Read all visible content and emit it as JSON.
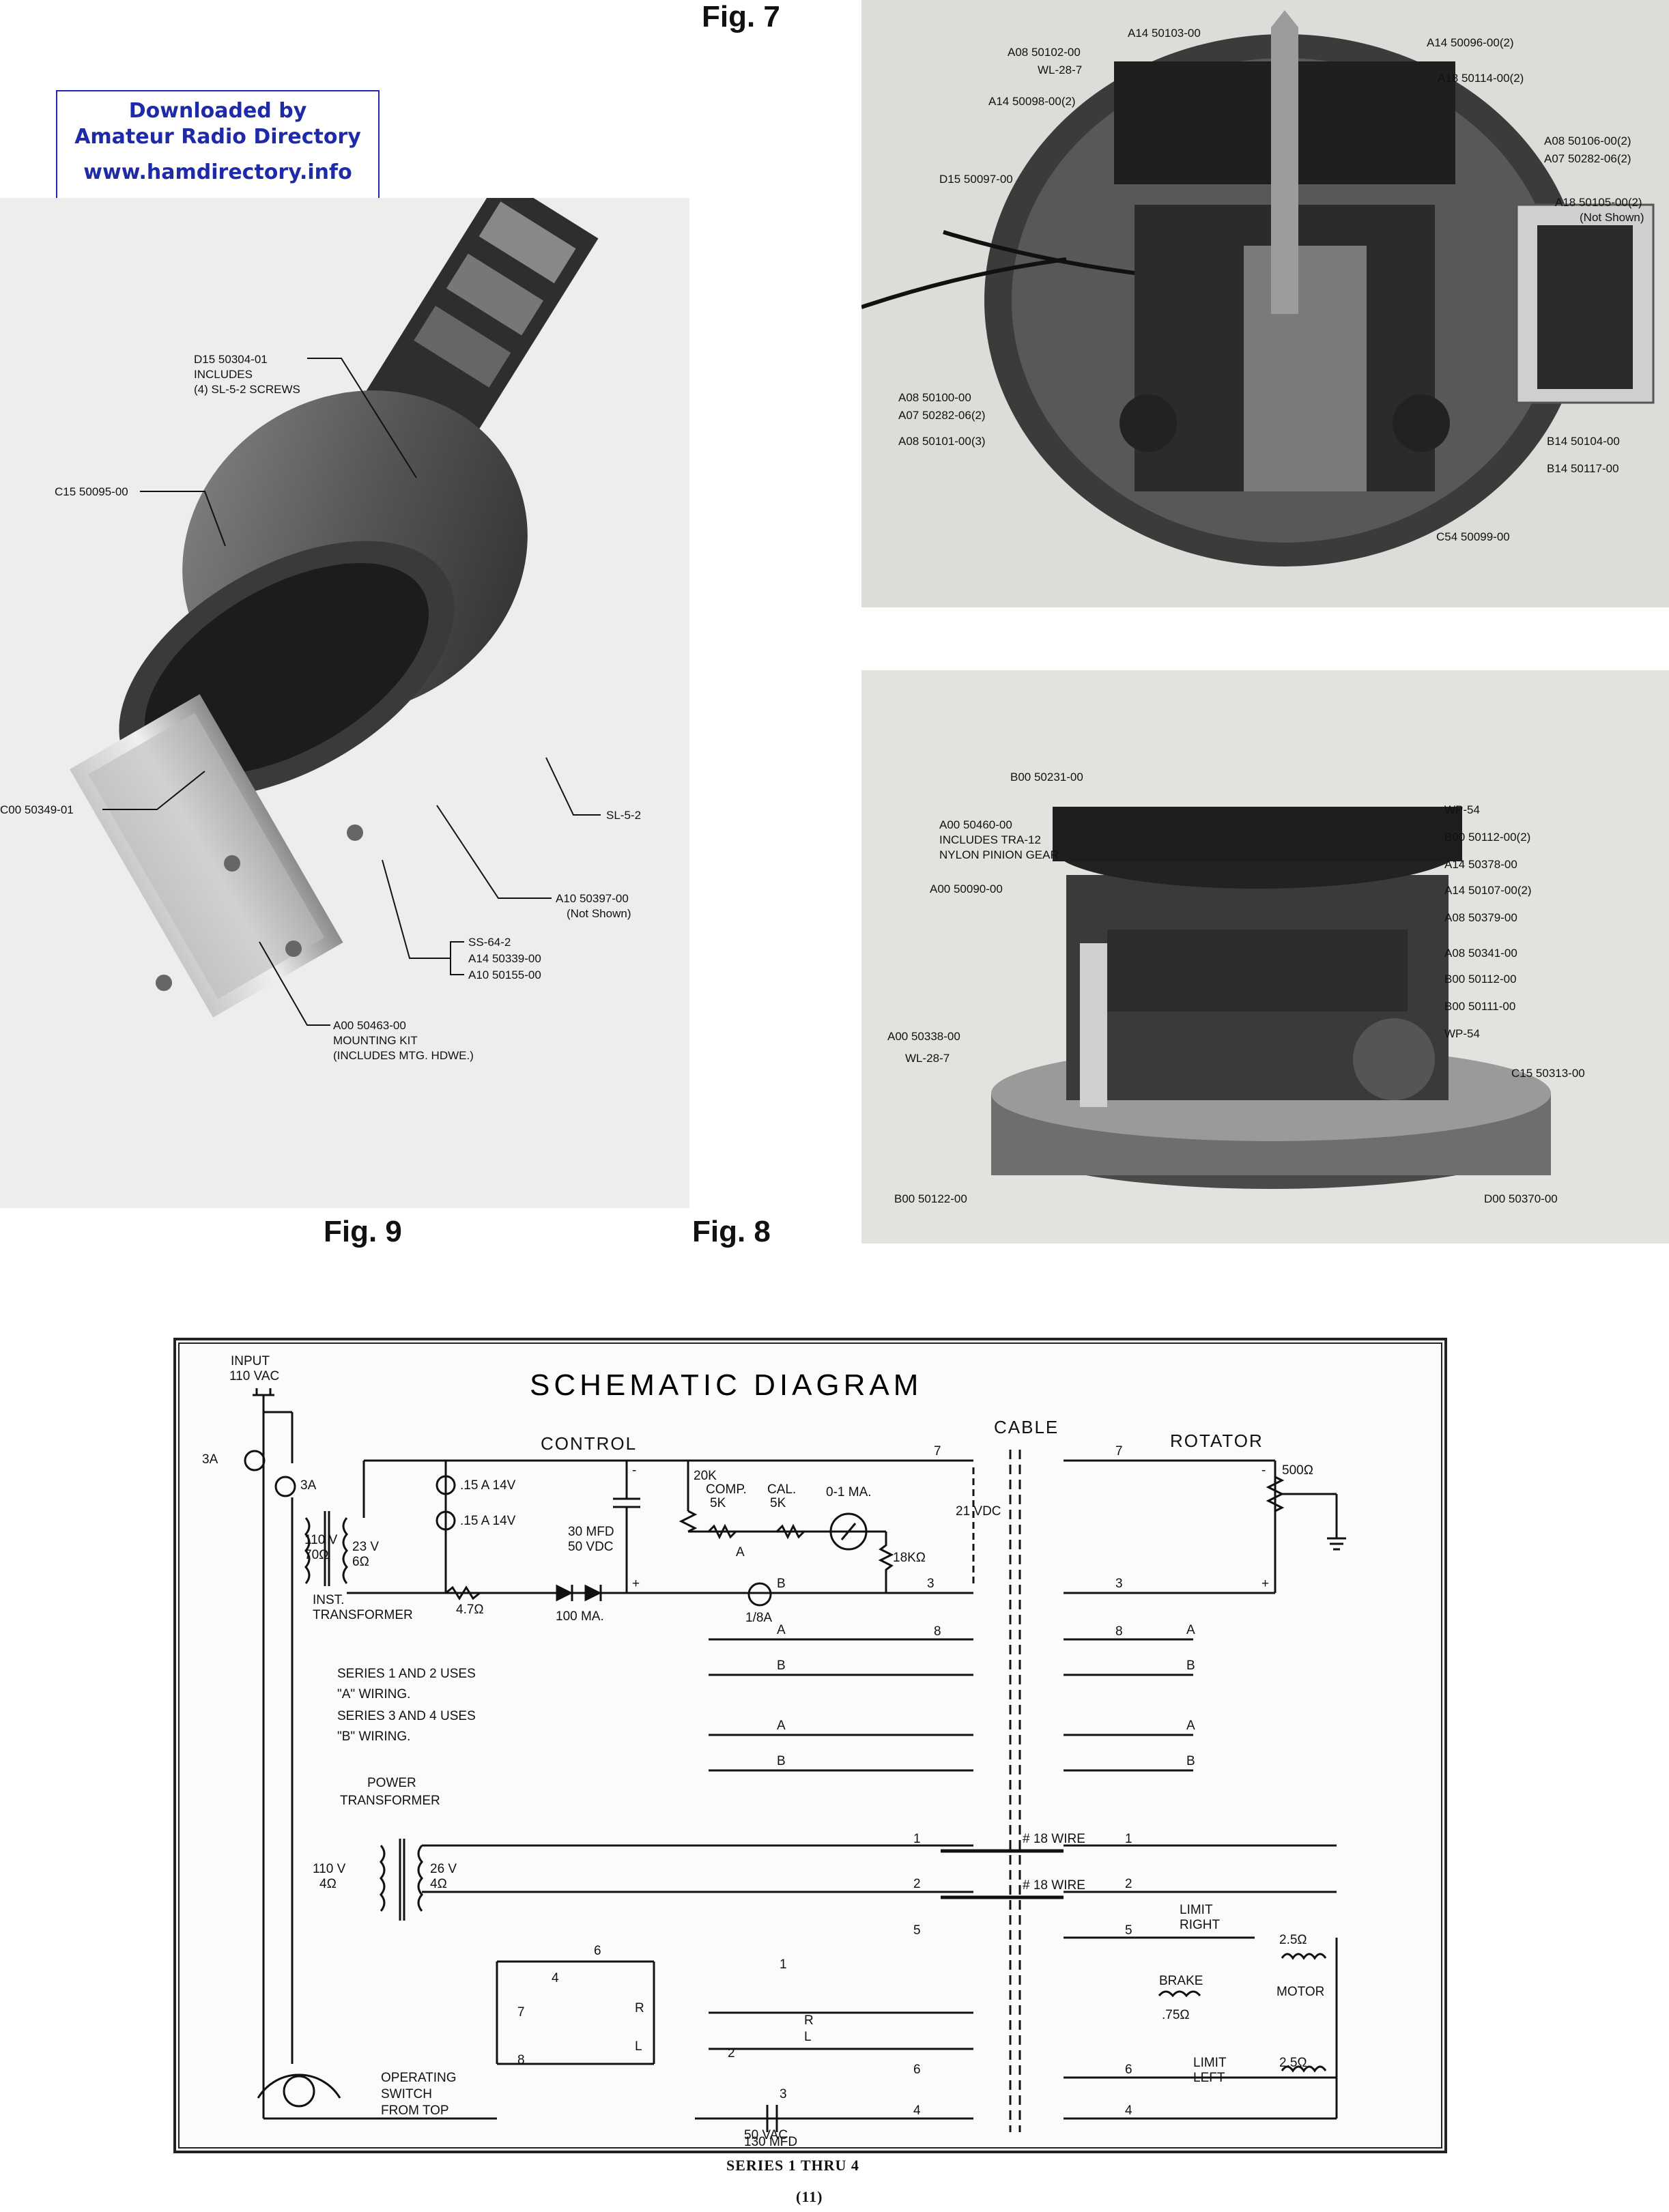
{
  "header": {
    "fig7_label": "Fig. 7"
  },
  "download_box": {
    "line1": "Downloaded by",
    "line2": "Amateur Radio Directory",
    "line3": "www.hamdirectory.info"
  },
  "fig9": {
    "label": "Fig. 9",
    "callouts": [
      "D15 50304-01",
      "INCLUDES",
      "(4) SL-5-2 SCREWS",
      "C15 50095-00",
      "C00 50349-01",
      "SL-5-2",
      "A10 50397-00",
      "(Not Shown)",
      "SS-64-2",
      "A14 50339-00",
      "A10 50155-00",
      "A00 50463-00",
      "MOUNTING KIT",
      "(INCLUDES MTG. HDWE.)"
    ]
  },
  "fig7": {
    "callouts": [
      "A14 50103-00",
      "A08 50102-00",
      "WL-28-7",
      "A14 50098-00(2)",
      "A14 50096-00(2)",
      "A18 50114-00(2)",
      "A08 50106-00(2)",
      "A07 50282-06(2)",
      "A18 50105-00(2)",
      "(Not Shown)",
      "D15 50097-00",
      "A08 50100-00",
      "A07 50282-06(2)",
      "A08 50101-00(3)",
      "B14 50104-00",
      "B14 50117-00",
      "C54 50099-00"
    ]
  },
  "fig8": {
    "label": "Fig. 8",
    "callouts": [
      "B00 50231-00",
      "A00 50460-00",
      "INCLUDES TRA-12",
      "NYLON PINION GEAR",
      "A00 50090-00",
      "WP-54",
      "B00 50112-00(2)",
      "A14 50378-00",
      "A14 50107-00(2)",
      "A08 50379-00",
      "A08 50341-00",
      "B00 50112-00",
      "B00 50111-00",
      "WP-54",
      "A00 50338-00",
      "WL-28-7",
      "C15 50313-00",
      "B00 50122-00",
      "D00 50370-00"
    ]
  },
  "schematic": {
    "title": "SCHEMATIC DIAGRAM",
    "sections": {
      "control": "CONTROL",
      "cable": "CABLE",
      "rotator": "ROTATOR"
    },
    "input": "INPUT",
    "input_v": "110 VAC",
    "fuse1": "3A",
    "fuse2": "3A",
    "inst_primary": "110 V",
    "inst_primary_r": "70Ω",
    "inst_secondary": "23 V",
    "inst_secondary_r": "6Ω",
    "inst_label1": "INST.",
    "inst_label2": "TRANSFORMER",
    "lamp1": ".15 A 14V",
    "lamp2": ".15 A 14V",
    "res47": "4.7Ω",
    "diode": "100 MA.",
    "cap1": "30 MFD",
    "cap1b": "50 VDC",
    "pot_comp1": "20K",
    "pot_comp2": "COMP.",
    "pot_comp3": "5K",
    "pot_cal1": "CAL.",
    "pot_cal2": "5K",
    "meter": "0-1 MA.",
    "r18k": "18KΩ",
    "vdc": "21 VDC",
    "fuse3": "1/8A",
    "pot_rot": "500Ω",
    "series_note1": "SERIES 1 AND 2 USES",
    "series_note2": "\"A\" WIRING.",
    "series_note3": "SERIES 3 AND 4 USES",
    "series_note4": "\"B\" WIRING.",
    "pwr_label1": "POWER",
    "pwr_label2": "TRANSFORMER",
    "pwr_primary": "110 V",
    "pwr_primary_r": "4Ω",
    "pwr_secondary": "26 V",
    "pwr_secondary_r": "4Ω",
    "wire1": "# 18 WIRE",
    "wire2": "# 18 WIRE",
    "limit_right1": "LIMIT",
    "limit_right2": "RIGHT",
    "limit_left1": "LIMIT",
    "limit_left2": "LEFT",
    "brake": "BRAKE",
    "brake_r": ".75Ω",
    "motor": "MOTOR",
    "motor_r1": "2.5Ω",
    "motor_r2": "2.5Ω",
    "cap2": "130 MFD",
    "cap2b": "50 VAC",
    "op1": "OPERATING",
    "op2": "SWITCH",
    "op3": "FROM TOP",
    "terminals": [
      "1",
      "2",
      "3",
      "4",
      "5",
      "6",
      "7",
      "8"
    ],
    "wiring": [
      "A",
      "B"
    ],
    "plus": "+",
    "minus": "-",
    "switch_r": "R",
    "switch_l": "L"
  },
  "footer": {
    "series": "SERIES 1 THRU 4",
    "page": "(11)"
  }
}
